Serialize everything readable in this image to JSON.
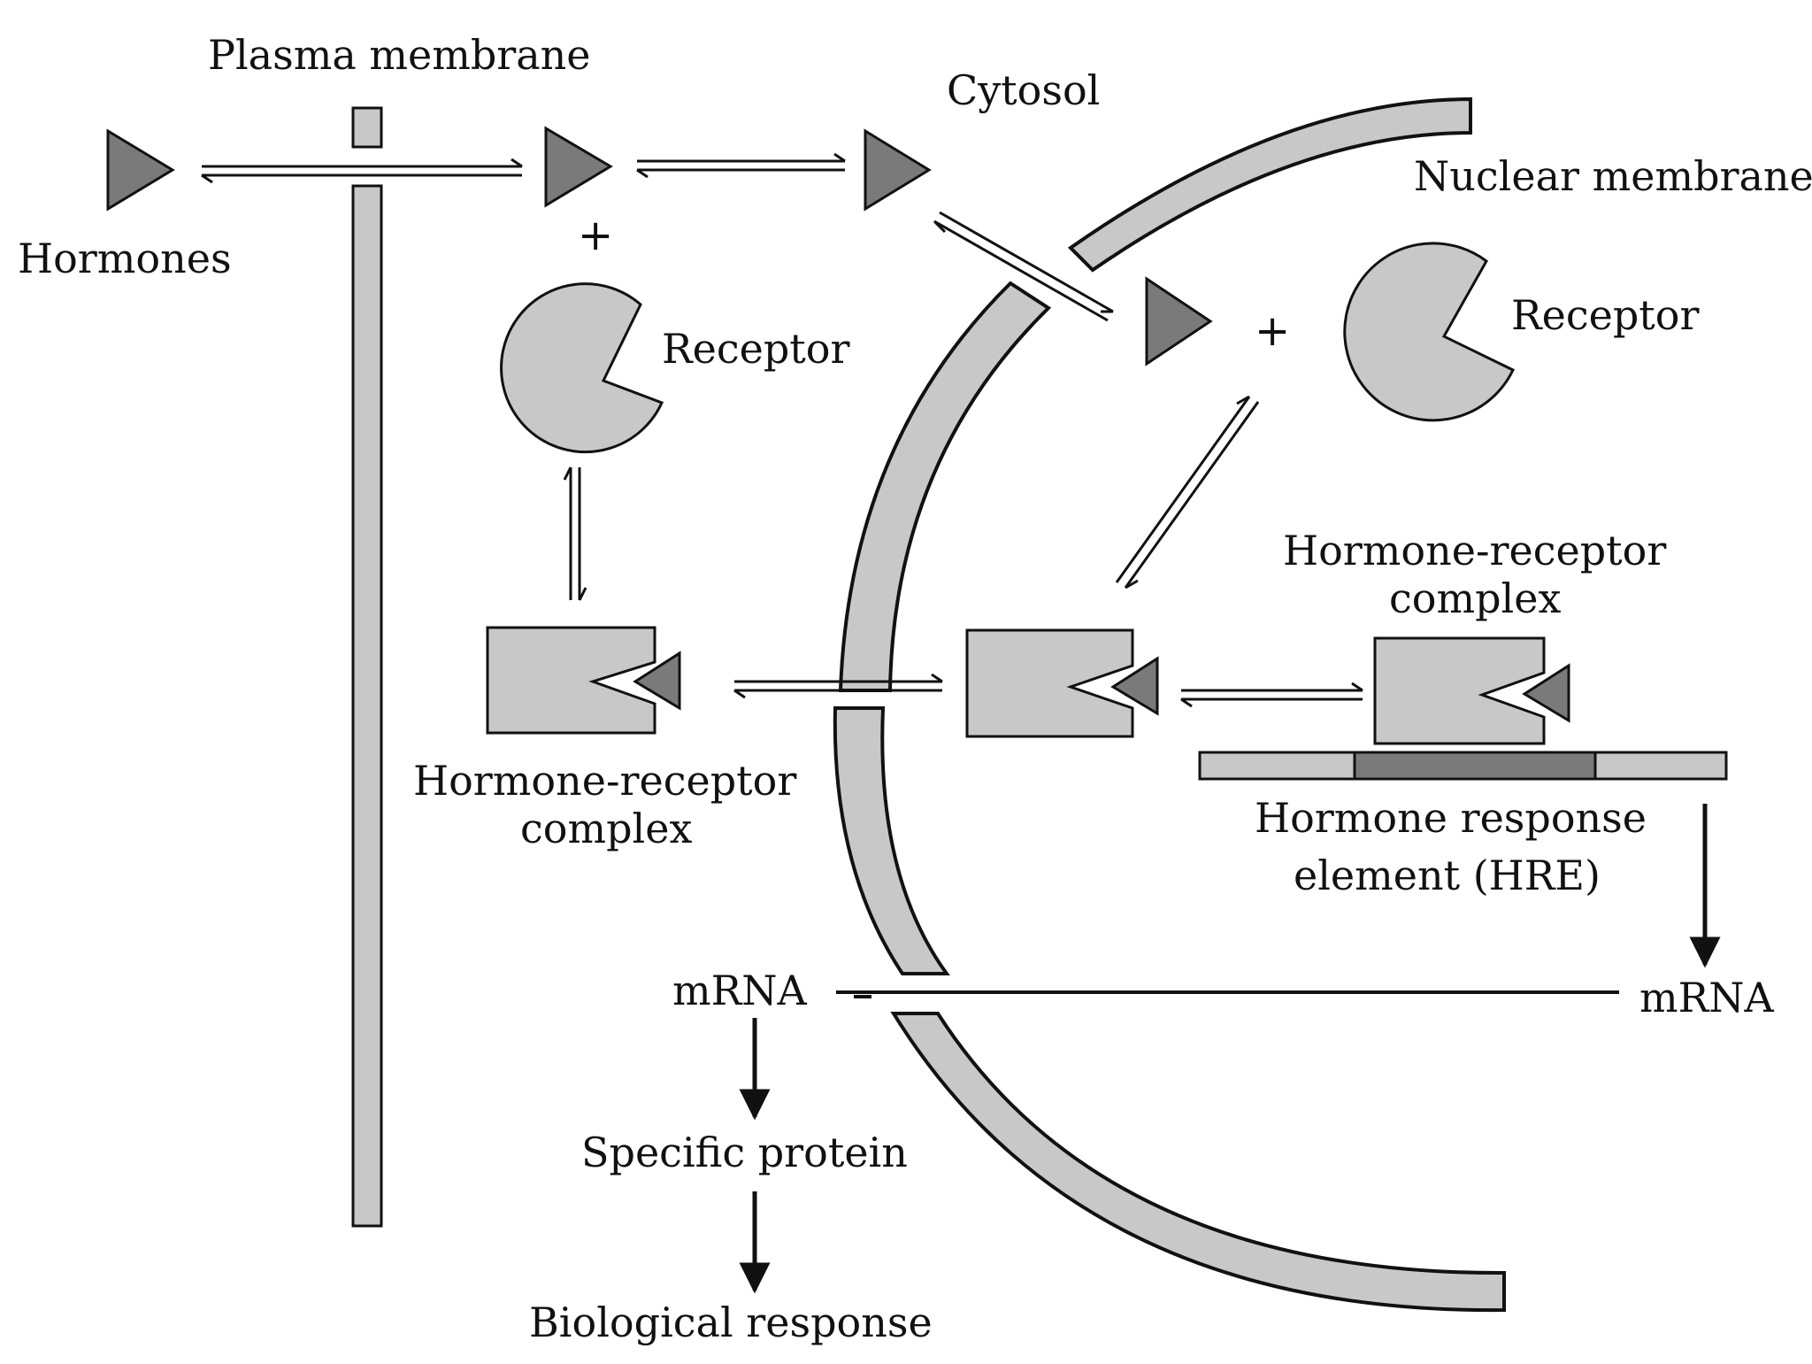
{
  "labels": {
    "plasma_membrane": "Plasma membrane",
    "cytosol": "Cytosol",
    "nuclear_membrane": "Nuclear membrane",
    "hormones": "Hormones",
    "receptor_left": "Receptor",
    "receptor_right": "Receptor",
    "hr_complex_left_line1": "Hormone-receptor",
    "hr_complex_left_line2": "complex",
    "hr_complex_right_line1": "Hormone-receptor",
    "hr_complex_right_line2": "complex",
    "hre_line1": "Hormone response",
    "hre_line2": "element (HRE)",
    "mrna_left": "mRNA",
    "mrna_right": "mRNA",
    "specific_protein": "Specific protein",
    "biological_response": "Biological response"
  },
  "symbols": {
    "plus_top": "+",
    "plus_nucleus": "+"
  },
  "colors": {
    "membrane": "#c8c8c8",
    "hormone": "#7a7a7a",
    "receptor": "#c8c8c8",
    "hre_core": "#7a7a7a",
    "hre_flank": "#c8c8c8",
    "stroke": "#111111"
  }
}
